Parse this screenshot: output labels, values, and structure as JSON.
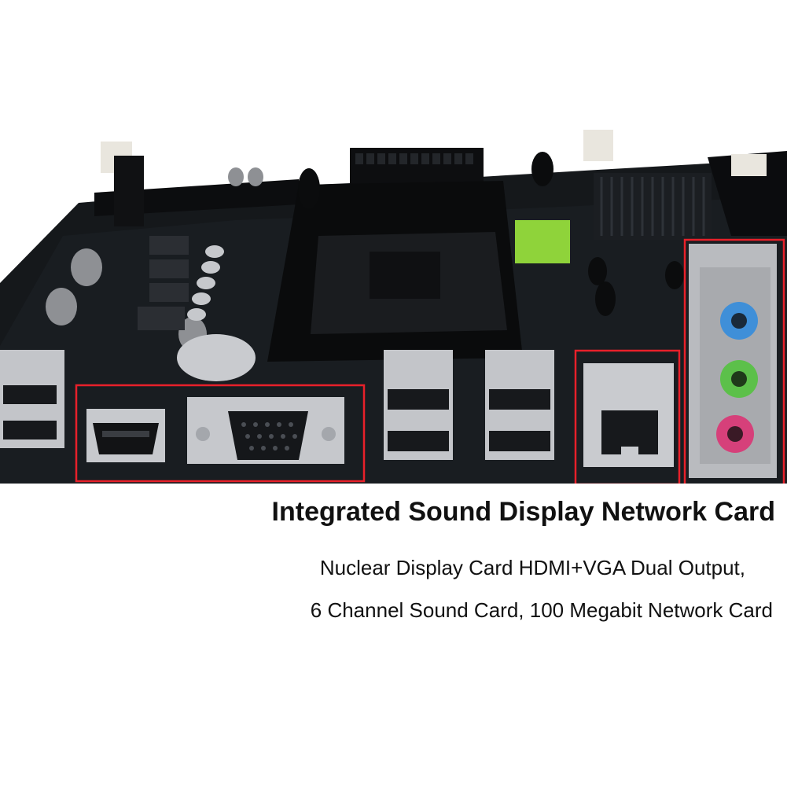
{
  "product_photo": {
    "icon": "motherboard-photo",
    "highlight_color": "#e8202a",
    "board_color": "#141618",
    "audio_jack_colors": [
      "#3f8fd8",
      "#5cc04a",
      "#d6407a"
    ]
  },
  "caption": {
    "headline": "Integrated Sound Display Network Card",
    "line1": "Nuclear Display Card HDMI+VGA Dual Output,",
    "line2": "6 Channel Sound Card, 100 Megabit Network Card"
  }
}
